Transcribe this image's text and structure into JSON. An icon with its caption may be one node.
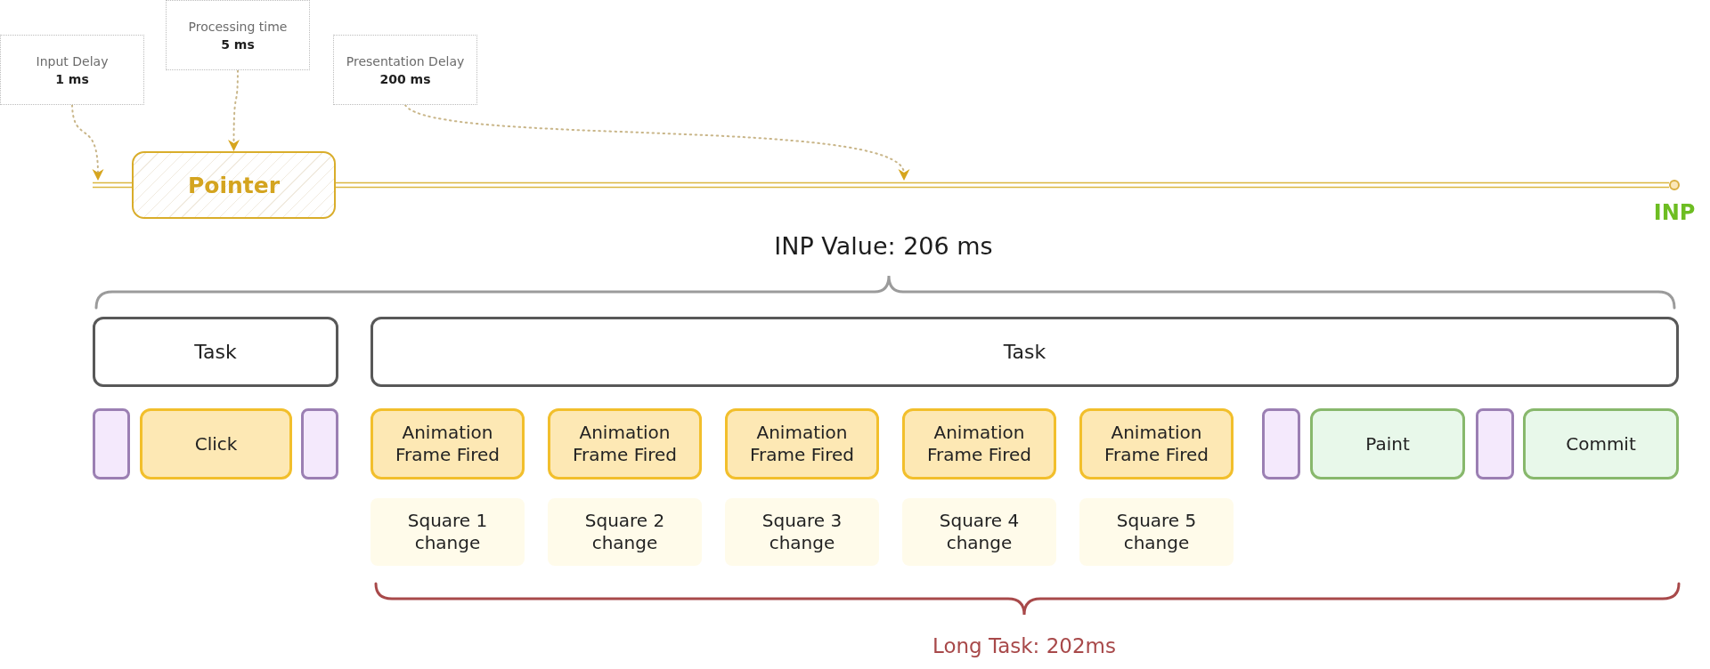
{
  "diagram": {
    "nodes": [
      {
        "text": [
          "Input Delay",
          "1 ms"
        ]
      },
      {
        "text": [
          "Processing time",
          "5 ms"
        ]
      },
      {
        "text": [
          "Presentation Delay",
          "200 ms"
        ]
      },
      {
        "text": [
          "Pointer"
        ]
      },
      {
        "text": [],
        "shape": "circle",
        "beside": [
          "INP"
        ]
      },
      {
        "text": [
          "Task"
        ]
      },
      {
        "text": [
          "Task"
        ]
      },
      {
        "text": [],
        "shape": "box"
      },
      {
        "text": [
          "Click"
        ]
      },
      {
        "text": [],
        "shape": "box"
      },
      {
        "text": [
          "Animation Frame Fired"
        ]
      },
      {
        "text": [
          "Animation Frame Fired"
        ]
      },
      {
        "text": [
          "Animation Frame Fired"
        ]
      },
      {
        "text": [
          "Animation Frame Fired"
        ]
      },
      {
        "text": [
          "Animation Frame Fired"
        ]
      },
      {
        "text": [],
        "shape": "box"
      },
      {
        "text": [
          "Paint"
        ]
      },
      {
        "text": [],
        "shape": "box"
      },
      {
        "text": [
          "Commit"
        ]
      },
      {
        "text": [
          "Square 1 change"
        ]
      },
      {
        "text": [
          "Square 2 change"
        ]
      },
      {
        "text": [
          "Square 3 change"
        ]
      },
      {
        "text": [
          "Square 4 change"
        ]
      },
      {
        "text": [
          "Square 5 change"
        ]
      }
    ],
    "edges": [
      {
        "from": null,
        "to": 3,
        "arrow": "none"
      },
      {
        "from": 3,
        "to": 4,
        "arrow": "none"
      },
      {
        "from": 0,
        "to": null,
        "arrow": "to",
        "style": "dashed",
        "color": "#c9b689"
      },
      {
        "from": 1,
        "to": 3,
        "arrow": "to",
        "style": "dashed",
        "color": "#c9b689"
      },
      {
        "from": 2,
        "to": null,
        "arrow": "to",
        "style": "dashed",
        "color": "#c9b689"
      }
    ],
    "labels": [
      "INP Value: 206 ms",
      "Long Task: 202ms"
    ]
  }
}
